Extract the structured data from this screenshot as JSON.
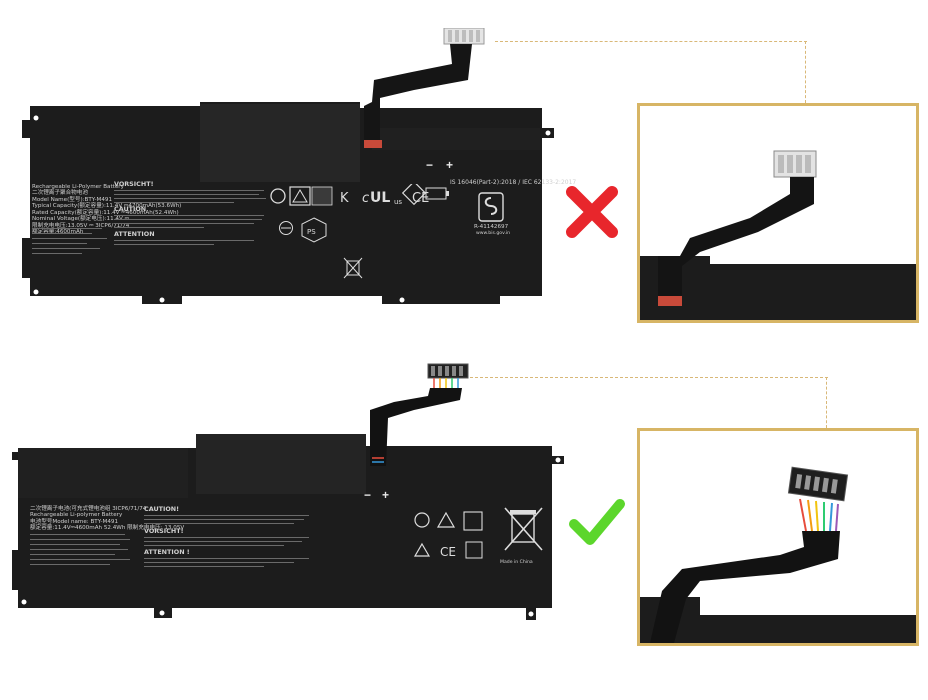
{
  "top_battery": {
    "title_lines": [
      "Rechargeable Li-Polymer Battery",
      "二次锂离子聚合物电池",
      "Model Name(型号):BTY-M491",
      "Typical Capacity(额定容量):11.4V ⎓4700mAh(53.6Wh)",
      "Rated Capacity(额定容量):11.4V ⎓4600mAh(52.4Wh)",
      "Nominal Voltage(额定电压):11.4V ⎓",
      "限制充电电压:13.05V ⎓   3ICP6/71/74",
      "额定容量:4600mAh"
    ],
    "warning_heading": "VORSICHT!",
    "caution_heading": "CAUTION",
    "attention_heading": "ATTENTION",
    "standard_text": "IS 16046(Part-2):2018 / IEC 62133-2:2017",
    "bis_number": "R-41142697",
    "bis_url": "www.bis.gov.in",
    "minus_label": "−",
    "plus_label": "+"
  },
  "bottom_battery": {
    "title_lines": [
      "二次锂离子电池(可充式锂电池组  3ICP6/71/74",
      "Rechargeable Li-polymer Battery",
      "电池型号Model name: BTY-M491",
      "额定容量:11.4V⎓4600mAh 52.4Wh 限制充电电压: 13.05V"
    ],
    "caution_heading": "CAUTION!",
    "vorsicht_heading": "VORSICHT!",
    "attention_heading": "ATTENTION !",
    "origin_text": "Made in China",
    "minus_label": "−",
    "plus_label": "+"
  },
  "marks": {
    "wrong_mark_color": "#e8262c",
    "right_mark_color": "#5cd62c",
    "zoom_border_color": "#d7b565",
    "leader_line_color": "#d9b878"
  }
}
